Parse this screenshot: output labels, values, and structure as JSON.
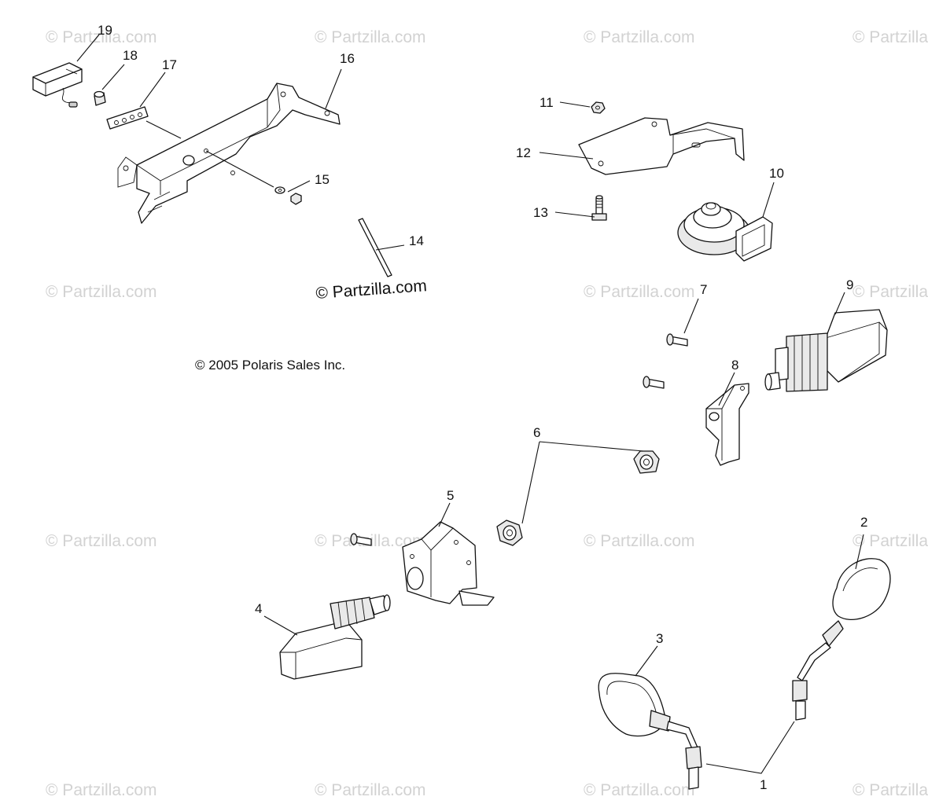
{
  "watermark": "© Partzilla.com",
  "copyright": "© 2005 Polaris Sales Inc.",
  "callouts": [
    {
      "id": "1",
      "label": "1"
    },
    {
      "id": "2",
      "label": "2"
    },
    {
      "id": "3",
      "label": "3"
    },
    {
      "id": "4",
      "label": "4"
    },
    {
      "id": "5",
      "label": "5"
    },
    {
      "id": "6",
      "label": "6"
    },
    {
      "id": "7",
      "label": "7"
    },
    {
      "id": "8",
      "label": "8"
    },
    {
      "id": "9",
      "label": "9"
    },
    {
      "id": "10",
      "label": "10"
    },
    {
      "id": "11",
      "label": "11"
    },
    {
      "id": "12",
      "label": "12"
    },
    {
      "id": "13",
      "label": "13"
    },
    {
      "id": "14",
      "label": "14"
    },
    {
      "id": "15",
      "label": "15"
    },
    {
      "id": "16",
      "label": "16"
    },
    {
      "id": "17",
      "label": "17"
    },
    {
      "id": "18",
      "label": "18"
    },
    {
      "id": "19",
      "label": "19"
    }
  ],
  "parts": [
    {
      "id": "license-light",
      "icon": "license-light-icon"
    },
    {
      "id": "spacer",
      "icon": "spacer-icon"
    },
    {
      "id": "plate-bracket",
      "icon": "plate-bracket-icon"
    },
    {
      "id": "mount-bracket",
      "icon": "mount-bracket-icon"
    },
    {
      "id": "nut-washer",
      "icon": "nut-washer-icon"
    },
    {
      "id": "rod",
      "icon": "rod-icon"
    },
    {
      "id": "nut-11",
      "icon": "nut-icon"
    },
    {
      "id": "horn-bracket",
      "icon": "horn-bracket-icon"
    },
    {
      "id": "bolt-13",
      "icon": "bolt-icon"
    },
    {
      "id": "horn",
      "icon": "horn-icon"
    },
    {
      "id": "screw-7",
      "icon": "screw-icon"
    },
    {
      "id": "signal-bracket-right",
      "icon": "signal-bracket-icon"
    },
    {
      "id": "turn-signal-right",
      "icon": "turn-signal-icon"
    },
    {
      "id": "flange-nut",
      "icon": "flange-nut-icon"
    },
    {
      "id": "signal-bracket-left",
      "icon": "signal-bracket-icon"
    },
    {
      "id": "turn-signal-left",
      "icon": "turn-signal-icon"
    },
    {
      "id": "mirror-left",
      "icon": "mirror-icon"
    },
    {
      "id": "mirror-right",
      "icon": "mirror-icon"
    }
  ]
}
